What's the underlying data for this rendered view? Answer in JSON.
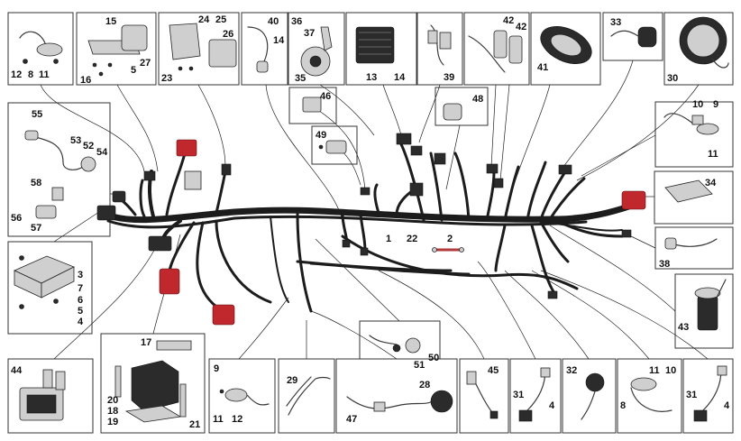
{
  "callouts": {
    "n1": "1",
    "n2": "2",
    "n3": "3",
    "n4": "4",
    "n5": "5",
    "n6": "6",
    "n7": "7",
    "n8": "8",
    "n9": "9",
    "n10": "10",
    "n11": "11",
    "n12": "12",
    "n13": "13",
    "n14": "14",
    "n15": "15",
    "n16": "16",
    "n17": "17",
    "n18": "18",
    "n19": "19",
    "n20": "20",
    "n21": "21",
    "n22": "22",
    "n23": "23",
    "n24": "24",
    "n25": "25",
    "n26": "26",
    "n27": "27",
    "n28": "28",
    "n29": "29",
    "n30": "30",
    "n31": "31",
    "n32": "32",
    "n33": "33",
    "n34": "34",
    "n35": "35",
    "n36": "36",
    "n37": "37",
    "n38": "38",
    "n39": "39",
    "n40": "40",
    "n41": "41",
    "n42": "42",
    "n43": "43",
    "n44": "44",
    "n45": "45",
    "n46": "46",
    "n47": "47",
    "n48": "48",
    "n49": "49",
    "n50": "50",
    "n51": "51",
    "n52": "52",
    "n53": "53",
    "n54": "54",
    "n55": "55",
    "n56": "56",
    "n57": "57",
    "n58": "58"
  }
}
